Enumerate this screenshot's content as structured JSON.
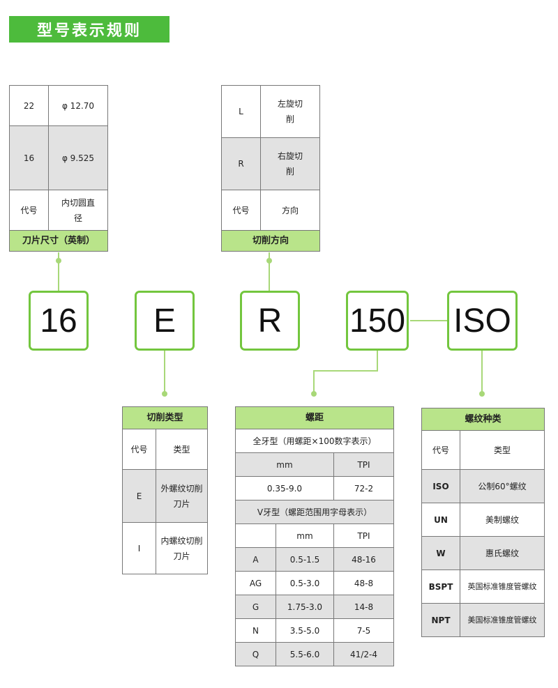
{
  "title": "型号表示规则",
  "codes": [
    "16",
    "E",
    "R",
    "150",
    "ISO"
  ],
  "colors": {
    "accent": "#4dbb3c",
    "box_border": "#73c63e",
    "header_fill": "#b9e48a",
    "shade": "#e2e2e2",
    "line": "#a8d878"
  },
  "insert_size": {
    "label": "刀片尺寸（英制）",
    "rows": [
      {
        "code": "22",
        "value": "φ  12.70"
      },
      {
        "code": "16",
        "value": "φ  9.525"
      }
    ],
    "col_code": "代号",
    "col_value": "内切圆直径"
  },
  "cut_direction": {
    "label": "切削方向",
    "rows": [
      {
        "code": "L",
        "value": "左旋切削"
      },
      {
        "code": "R",
        "value": "右旋切削"
      }
    ],
    "col_code": "代号",
    "col_value": "方向"
  },
  "cut_type": {
    "label": "切削类型",
    "col_code": "代号",
    "col_value": "类型",
    "rows": [
      {
        "code": "E",
        "value": "外螺纹切削刀片"
      },
      {
        "code": "I",
        "value": "内螺纹切削刀片"
      }
    ]
  },
  "pitch": {
    "label": "螺距",
    "full_profile": "全牙型（用螺距×100数字表示）",
    "col_mm": "mm",
    "col_tpi": "TPI",
    "full_range_mm": "0.35-9.0",
    "full_range_tpi": "72-2",
    "v_profile": "V牙型（螺距范围用字母表示）",
    "rows": [
      {
        "code": "A",
        "mm": "0.5-1.5",
        "tpi": "48-16"
      },
      {
        "code": "AG",
        "mm": "0.5-3.0",
        "tpi": "48-8"
      },
      {
        "code": "G",
        "mm": "1.75-3.0",
        "tpi": "14-8"
      },
      {
        "code": "N",
        "mm": "3.5-5.0",
        "tpi": "7-5"
      },
      {
        "code": "Q",
        "mm": "5.5-6.0",
        "tpi": "41/2-4"
      }
    ]
  },
  "thread_type": {
    "label": "螺纹种类",
    "col_code": "代号",
    "col_value": "类型",
    "rows": [
      {
        "code": "ISO",
        "value": "公制60°螺纹"
      },
      {
        "code": "UN",
        "value": "美制螺纹"
      },
      {
        "code": "W",
        "value": "惠氏螺纹"
      },
      {
        "code": "BSPT",
        "value": "英国标准锥度管螺纹"
      },
      {
        "code": "NPT",
        "value": "美国标准锥度管螺纹"
      }
    ]
  }
}
